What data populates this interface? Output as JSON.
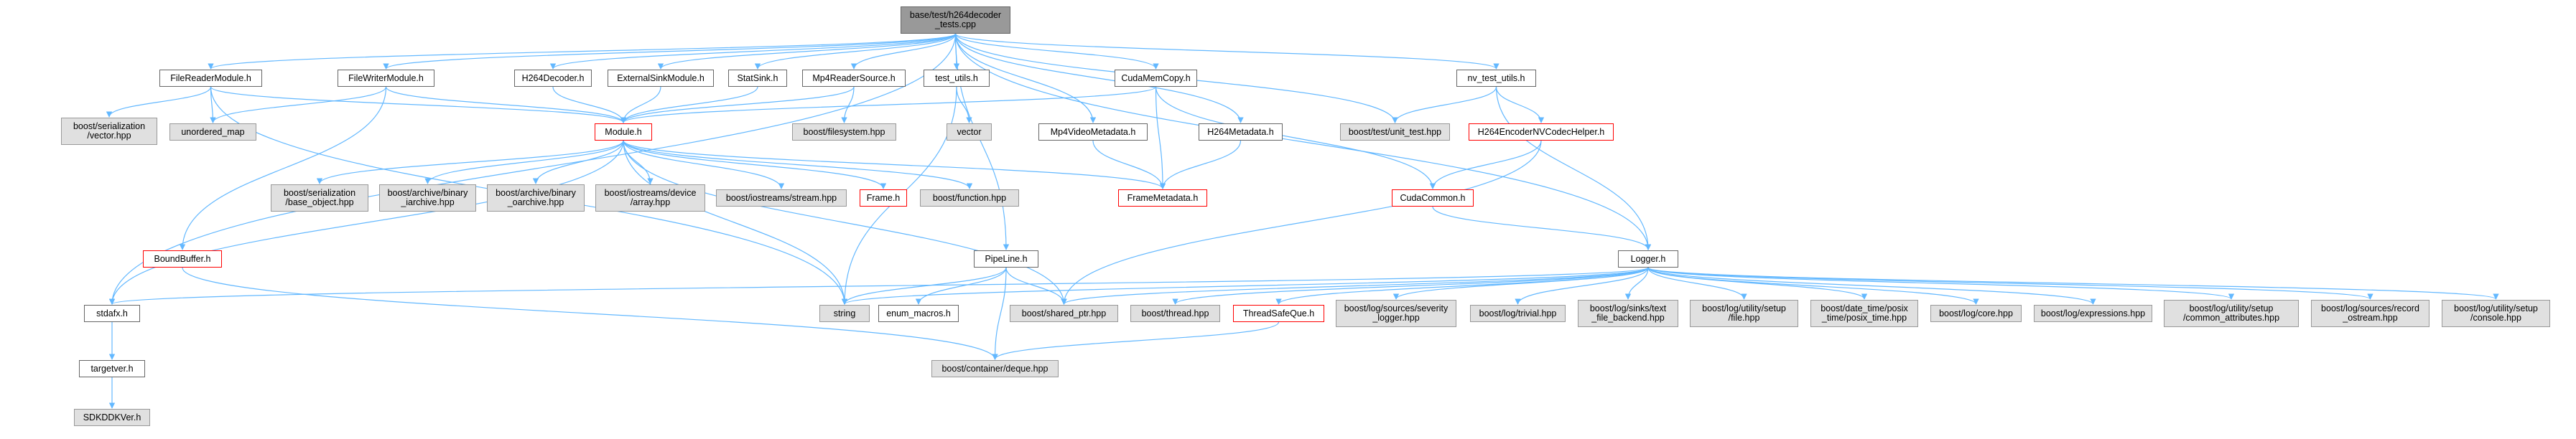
{
  "colors": {
    "edge": "#63b8ff",
    "root_fill": "#999999",
    "ext_fill": "#e0e0e0",
    "red_border": "#ff0000"
  },
  "nodes": {
    "root": "base/test/h264decoder\n_tests.cpp",
    "filereadermodule": "FileReaderModule.h",
    "filewritermodule": "FileWriterModule.h",
    "h264decoder": "H264Decoder.h",
    "externalsinkmodule": "ExternalSinkModule.h",
    "statsink": "StatSink.h",
    "mp4readersource": "Mp4ReaderSource.h",
    "test_utils": "test_utils.h",
    "cudamemcopy": "CudaMemCopy.h",
    "nv_test_utils": "nv_test_utils.h",
    "boost_serialization_vector": "boost/serialization\n/vector.hpp",
    "unordered_map": "unordered_map",
    "module": "Module.h",
    "boost_filesystem": "boost/filesystem.hpp",
    "vector": "vector",
    "mp4videometadata": "Mp4VideoMetadata.h",
    "h264metadata": "H264Metadata.h",
    "boost_test_unit_test": "boost/test/unit_test.hpp",
    "h264encodernvcodechelper": "H264EncoderNVCodecHelper.h",
    "boost_serialization_base_object": "boost/serialization\n/base_object.hpp",
    "boost_archive_binary_iarchive": "boost/archive/binary\n_iarchive.hpp",
    "boost_archive_binary_oarchive": "boost/archive/binary\n_oarchive.hpp",
    "boost_iostreams_device_array": "boost/iostreams/device\n/array.hpp",
    "boost_iostreams_stream": "boost/iostreams/stream.hpp",
    "frame": "Frame.h",
    "boost_function": "boost/function.hpp",
    "framemetadata": "FrameMetadata.h",
    "cudacommon": "CudaCommon.h",
    "boundbuffer": "BoundBuffer.h",
    "pipeline": "PipeLine.h",
    "logger": "Logger.h",
    "stdafx": "stdafx.h",
    "string": "string",
    "enum_macros": "enum_macros.h",
    "boost_shared_ptr": "boost/shared_ptr.hpp",
    "boost_thread": "boost/thread.hpp",
    "threadsafeque": "ThreadSafeQue.h",
    "boost_log_sources_severity_logger": "boost/log/sources/severity\n_logger.hpp",
    "boost_log_trivial": "boost/log/trivial.hpp",
    "boost_log_sinks_text_file_backend": "boost/log/sinks/text\n_file_backend.hpp",
    "boost_log_utility_setup_file": "boost/log/utility/setup\n/file.hpp",
    "boost_date_time_posix_time": "boost/date_time/posix\n_time/posix_time.hpp",
    "boost_log_core": "boost/log/core.hpp",
    "boost_log_expressions": "boost/log/expressions.hpp",
    "boost_log_utility_setup_common_attributes": "boost/log/utility/setup\n/common_attributes.hpp",
    "boost_log_sources_record_ostream": "boost/log/sources/record\n_ostream.hpp",
    "boost_log_utility_setup_console": "boost/log/utility/setup\n/console.hpp",
    "targetver": "targetver.h",
    "boost_container_deque": "boost/container/deque.hpp",
    "sdkddkver": "SDKDDKVer.h"
  }
}
